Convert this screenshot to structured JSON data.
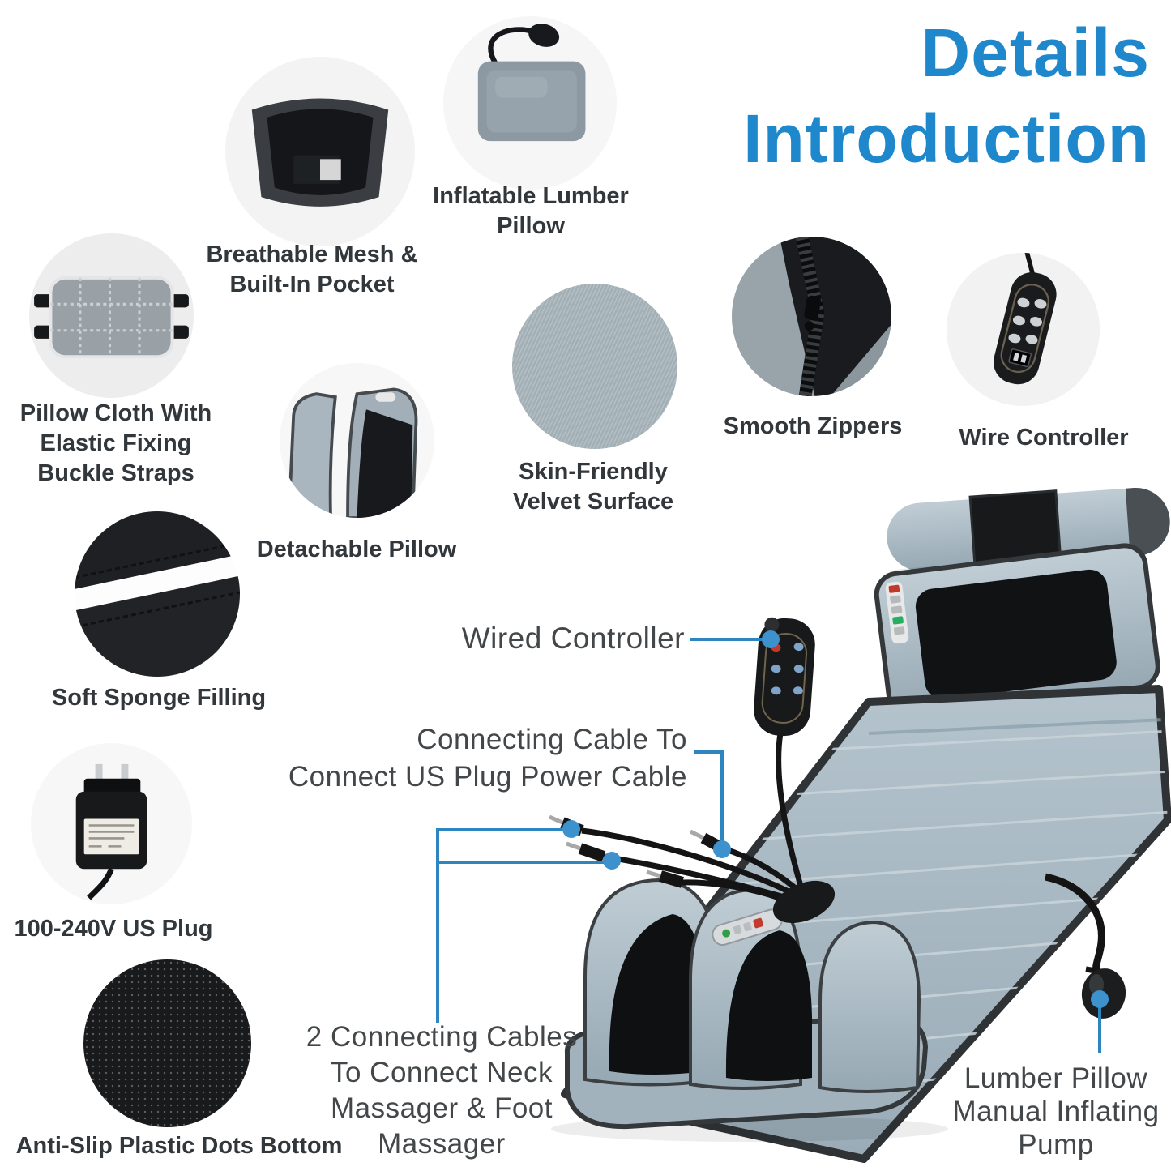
{
  "title": {
    "line1": "Details",
    "line2": "Introduction"
  },
  "features": [
    {
      "id": "breathable-mesh",
      "label_lines": [
        "Breathable Mesh &",
        "Built-In Pocket"
      ]
    },
    {
      "id": "inflatable-lumber-pillow",
      "label_lines": [
        "Inflatable Lumber",
        "Pillow"
      ]
    },
    {
      "id": "pillow-cloth",
      "label_lines": [
        "Pillow Cloth With",
        "Elastic Fixing",
        "Buckle Straps"
      ]
    },
    {
      "id": "detachable-pillow",
      "label_lines": [
        "Detachable Pillow"
      ]
    },
    {
      "id": "skin-friendly-velvet",
      "label_lines": [
        "Skin-Friendly",
        "Velvet Surface"
      ]
    },
    {
      "id": "smooth-zippers",
      "label_lines": [
        "Smooth Zippers"
      ]
    },
    {
      "id": "wire-controller",
      "label_lines": [
        "Wire Controller"
      ]
    },
    {
      "id": "soft-sponge",
      "label_lines": [
        "Soft Sponge Filling"
      ]
    },
    {
      "id": "us-plug",
      "label_lines": [
        "100-240V US Plug"
      ]
    },
    {
      "id": "anti-slip",
      "label_lines": [
        "Anti-Slip Plastic Dots Bottom"
      ]
    }
  ],
  "callouts": [
    {
      "id": "wired-controller",
      "lines": [
        "Wired Controller"
      ]
    },
    {
      "id": "connecting-cable-power",
      "lines": [
        "Connecting Cable To",
        "Connect US Plug Power Cable"
      ]
    },
    {
      "id": "connecting-cables-massagers",
      "lines": [
        "2 Connecting Cables",
        "To Connect Neck",
        "Massager & Foot",
        "Massager"
      ]
    },
    {
      "id": "lumber-pillow-pump",
      "lines": [
        "Lumber Pillow",
        "Manual Inflating",
        "Pump"
      ]
    }
  ],
  "colors": {
    "title_blue": "#1f87cc",
    "callout_line_blue": "#2e86c1",
    "callout_dot_blue": "#3d91cc",
    "label_dark": "#32373b",
    "callout_text": "#434749",
    "mat_gray": "#a9bac4",
    "mesh_black": "#111315",
    "circle_bg": "#f1f1f1"
  }
}
